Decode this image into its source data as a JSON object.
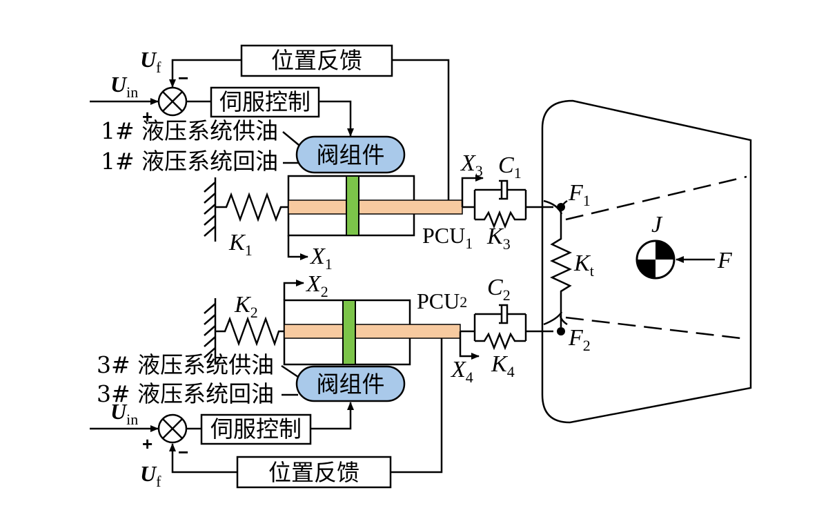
{
  "labels": {
    "uf": "U",
    "uf_sub": "f",
    "uin": "U",
    "uin_sub": "in",
    "minus": "−",
    "plus": "+",
    "position_feedback": "位置反馈",
    "servo_control": "伺服控制",
    "valve_assembly": "阀组件",
    "sys1_supply": "1# 液压系统供油",
    "sys1_return": "1# 液压系统回油",
    "sys3_supply": "3# 液压系统供油",
    "sys3_return": "3# 液压系统回油",
    "pcu": "PCU",
    "pcu1_sub": "1",
    "pcu2_sub": "2",
    "k": "K",
    "k1_sub": "1",
    "k2_sub": "2",
    "k3_sub": "3",
    "k4_sub": "4",
    "kt_sub": "t",
    "x": "X",
    "x1_sub": "1",
    "x2_sub": "2",
    "x3_sub": "3",
    "x4_sub": "4",
    "c": "C",
    "c1_sub": "1",
    "c2_sub": "2",
    "f": "F",
    "f1_sub": "1",
    "f2_sub": "2",
    "j": "J",
    "force": "F"
  },
  "colors": {
    "valve_fill": "#a9c9ea",
    "rod_fill": "#f7caa0",
    "piston_fill": "#7cc44a",
    "line": "#000000"
  }
}
